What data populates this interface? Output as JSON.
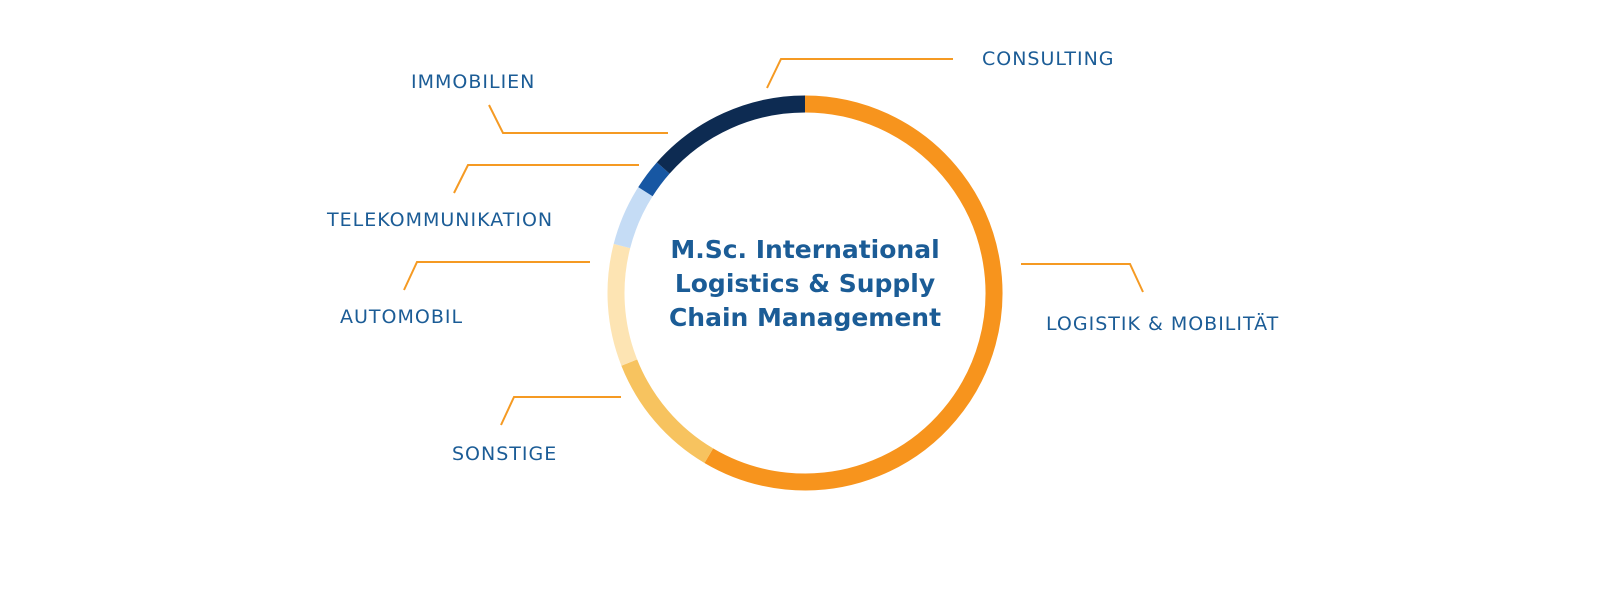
{
  "center_title": {
    "line1": "M.Sc. International",
    "line2": "Logistics & Supply",
    "line3": "Chain Management"
  },
  "chart_data": {
    "type": "pie",
    "title": "M.Sc. International Logistics & Supply Chain Management",
    "style": "donut",
    "unit": "percent of circle (estimated)",
    "slices": [
      {
        "label": "LOGISTIK & MOBILITÄT",
        "value": 58.5,
        "color": "#f7941d"
      },
      {
        "label": "SONSTIGE",
        "value": 10.5,
        "color": "#f7c35f"
      },
      {
        "label": "AUTOMOBIL",
        "value": 10,
        "color": "#fde4b3"
      },
      {
        "label": "TELEKOMMUNIKATION",
        "value": 5,
        "color": "#c5dcf5"
      },
      {
        "label": "IMMOBILIEN",
        "value": 2.5,
        "color": "#1757a3"
      },
      {
        "label": "CONSULTING",
        "value": 13.5,
        "color": "#0d2b52"
      }
    ]
  },
  "colors": {
    "label_text": "#1b5c96",
    "leader_line": "#f59a23"
  }
}
